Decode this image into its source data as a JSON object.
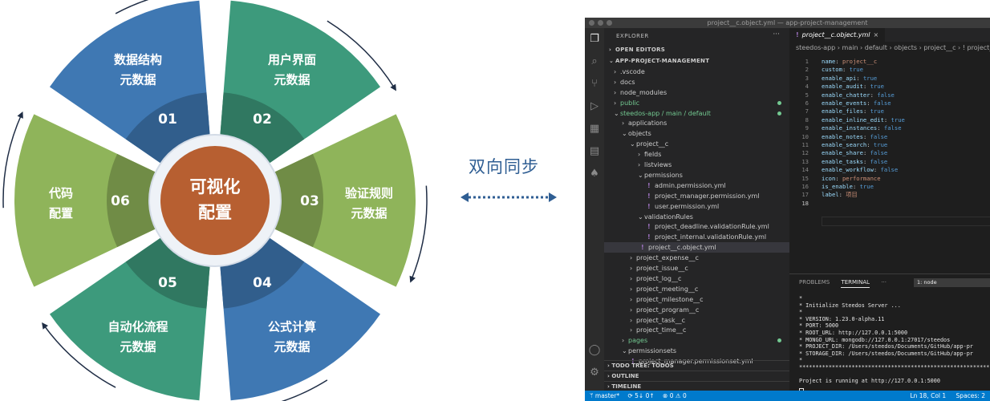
{
  "wheel": {
    "center": [
      "可视化",
      "配置"
    ],
    "segments": [
      {
        "number": "01",
        "line1": "数据结构",
        "line2": "元数据",
        "color": "#3f78b3"
      },
      {
        "number": "02",
        "line1": "用户界面",
        "line2": "元数据",
        "color": "#3d9a7c"
      },
      {
        "number": "03",
        "line1": "验证规则",
        "line2": "元数据",
        "color": "#8fb45a"
      },
      {
        "number": "04",
        "line1": "公式计算",
        "line2": "元数据",
        "color": "#3f78b3"
      },
      {
        "number": "05",
        "line1": "自动化流程",
        "line2": "元数据",
        "color": "#3d9a7c"
      },
      {
        "number": "06",
        "line1": "代码",
        "line2": "配置",
        "color": "#8fb45a"
      }
    ],
    "center_color": "#b75f31"
  },
  "sync": {
    "label": "双向同步"
  },
  "window": {
    "title": "project__c.object.yml — app-project-management",
    "explorer_label": "EXPLORER",
    "explorer_more": "···",
    "tree": [
      {
        "label": "OPEN EDITORS",
        "chev": "›",
        "type": "hdr"
      },
      {
        "label": "APP-PROJECT-MANAGEMENT",
        "chev": "⌄",
        "type": "hdr"
      },
      {
        "label": ".vscode",
        "chev": "›"
      },
      {
        "label": "docs",
        "chev": "›"
      },
      {
        "label": "node_modules",
        "chev": "›"
      },
      {
        "label": "public",
        "chev": "›",
        "type": "green",
        "dot": "yes"
      },
      {
        "label": "steedos-app / main / default",
        "chev": "⌄",
        "type": "green",
        "dot": "yes"
      },
      {
        "label": "applications",
        "chev": "›"
      },
      {
        "label": "objects",
        "chev": "⌄"
      },
      {
        "label": "project__c",
        "chev": "⌄"
      },
      {
        "label": "fields",
        "chev": "›"
      },
      {
        "label": "listviews",
        "chev": "›"
      },
      {
        "label": "permissions",
        "chev": "⌄"
      },
      {
        "label": "admin.permission.yml",
        "yml": "!"
      },
      {
        "label": "project_manager.permission.yml",
        "yml": "!"
      },
      {
        "label": "user.permission.yml",
        "yml": "!"
      },
      {
        "label": "validationRules",
        "chev": "⌄"
      },
      {
        "label": "project_deadline.validationRule.yml",
        "yml": "!"
      },
      {
        "label": "project_internal.validationRule.yml",
        "yml": "!"
      },
      {
        "label": "project__c.object.yml",
        "yml": "!",
        "type": "sel"
      },
      {
        "label": "project_expense__c",
        "chev": "›"
      },
      {
        "label": "project_issue__c",
        "chev": "›"
      },
      {
        "label": "project_log__c",
        "chev": "›"
      },
      {
        "label": "project_meeting__c",
        "chev": "›"
      },
      {
        "label": "project_milestone__c",
        "chev": "›"
      },
      {
        "label": "project_program__c",
        "chev": "›"
      },
      {
        "label": "project_task__c",
        "chev": "›"
      },
      {
        "label": "project_time__c",
        "chev": "›"
      },
      {
        "label": "pages",
        "chev": "›",
        "type": "green",
        "dot": "yes"
      },
      {
        "label": "permissionsets",
        "chev": "⌄"
      },
      {
        "label": "project_manager.permissionset.yml",
        "yml": "!"
      }
    ],
    "bottom_sections": [
      "TODO TREE: TODOS",
      "OUTLINE",
      "TIMELINE"
    ],
    "tab": {
      "name": "project__c.object.yml",
      "close": "×"
    },
    "breadcrumb": "steedos-app › main › default › objects › project__c › ! project__c.object.yml",
    "code": [
      {
        "key": "name",
        "val": "project__c",
        "kind": "s"
      },
      {
        "key": "custom",
        "val": "true",
        "kind": "v"
      },
      {
        "key": "enable_api",
        "val": "true",
        "kind": "v"
      },
      {
        "key": "enable_audit",
        "val": "true",
        "kind": "v"
      },
      {
        "key": "enable_chatter",
        "val": "false",
        "kind": "v"
      },
      {
        "key": "enable_events",
        "val": "false",
        "kind": "v"
      },
      {
        "key": "enable_files",
        "val": "true",
        "kind": "v"
      },
      {
        "key": "enable_inline_edit",
        "val": "true",
        "kind": "v"
      },
      {
        "key": "enable_instances",
        "val": "false",
        "kind": "v"
      },
      {
        "key": "enable_notes",
        "val": "false",
        "kind": "v"
      },
      {
        "key": "enable_search",
        "val": "true",
        "kind": "v"
      },
      {
        "key": "enable_share",
        "val": "false",
        "kind": "v"
      },
      {
        "key": "enable_tasks",
        "val": "false",
        "kind": "v"
      },
      {
        "key": "enable_workflow",
        "val": "false",
        "kind": "v"
      },
      {
        "key": "icon",
        "val": "performance",
        "kind": "s"
      },
      {
        "key": "is_enable",
        "val": "true",
        "kind": "v"
      },
      {
        "key": "label",
        "val": "项目",
        "kind": "s"
      },
      {
        "key": "",
        "val": "",
        "kind": "s"
      }
    ],
    "panel": {
      "tabs": [
        "PROBLEMS",
        "TERMINAL",
        "···"
      ],
      "active_tab": "TERMINAL",
      "terminal_select": "1: node",
      "lines": [
        "*",
        "*  Initialize Steedos Server ...",
        "*",
        "*  VERSION: 1.23.0-alpha.11",
        "*  PORT: 5000",
        "*  ROOT_URL: http://127.0.0.1:5000",
        "*  MONGO_URL: mongodb://127.0.0.1:27017/steedos",
        "*  PROJECT_DIR: /Users/steedos/Documents/GitHub/app-pr",
        "*  STORAGE_DIR: /Users/steedos/Documents/GitHub/app-pr",
        "*",
        "************************************************************",
        "",
        "Project is running at http://127.0.0.1:5000",
        ""
      ]
    },
    "status": {
      "branch": "master*",
      "sync": "5↓ 0↑",
      "errors": "⊗ 0 ⚠ 0",
      "position": "Ln 18, Col 1",
      "spaces": "Spaces: 2"
    }
  }
}
